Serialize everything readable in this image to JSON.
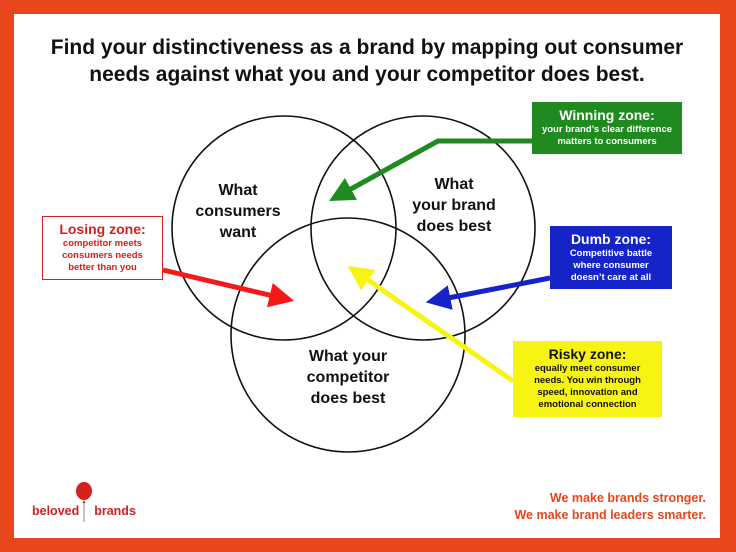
{
  "title_line1": "Find your distinctiveness as a brand by mapping out consumer",
  "title_line2": "needs against what you and your competitor does best.",
  "circles": {
    "consumers": [
      "What",
      "consumers",
      "want"
    ],
    "brand": [
      "What",
      "your brand",
      "does best"
    ],
    "competitor": [
      "What your",
      "competitor",
      "does best"
    ]
  },
  "zones": {
    "winning": {
      "title": "Winning zone:",
      "desc": [
        "your brand’s clear difference",
        "matters to consumers"
      ],
      "color": "#1f8a1f"
    },
    "losing": {
      "title": "Losing zone:",
      "desc": [
        "competitor meets",
        "consumers needs",
        "better than you"
      ],
      "color": "#d4201f"
    },
    "dumb": {
      "title": "Dumb zone:",
      "desc": [
        "Competitive battle",
        "where consumer",
        "doesn’t care at all"
      ],
      "color": "#1424c8"
    },
    "risky": {
      "title": "Risky zone:",
      "desc": [
        "equally meet consumer",
        "needs. You win through",
        "speed, innovation and",
        "emotional connection"
      ],
      "color": "#f7f312"
    }
  },
  "logo": {
    "brand": "beloved",
    "brand2": "brands",
    "icon": "balloon-icon"
  },
  "tagline": [
    "We make brands stronger.",
    "We make brand leaders smarter."
  ],
  "colors": {
    "border": "#e8461c",
    "accent": "#d4201f"
  }
}
